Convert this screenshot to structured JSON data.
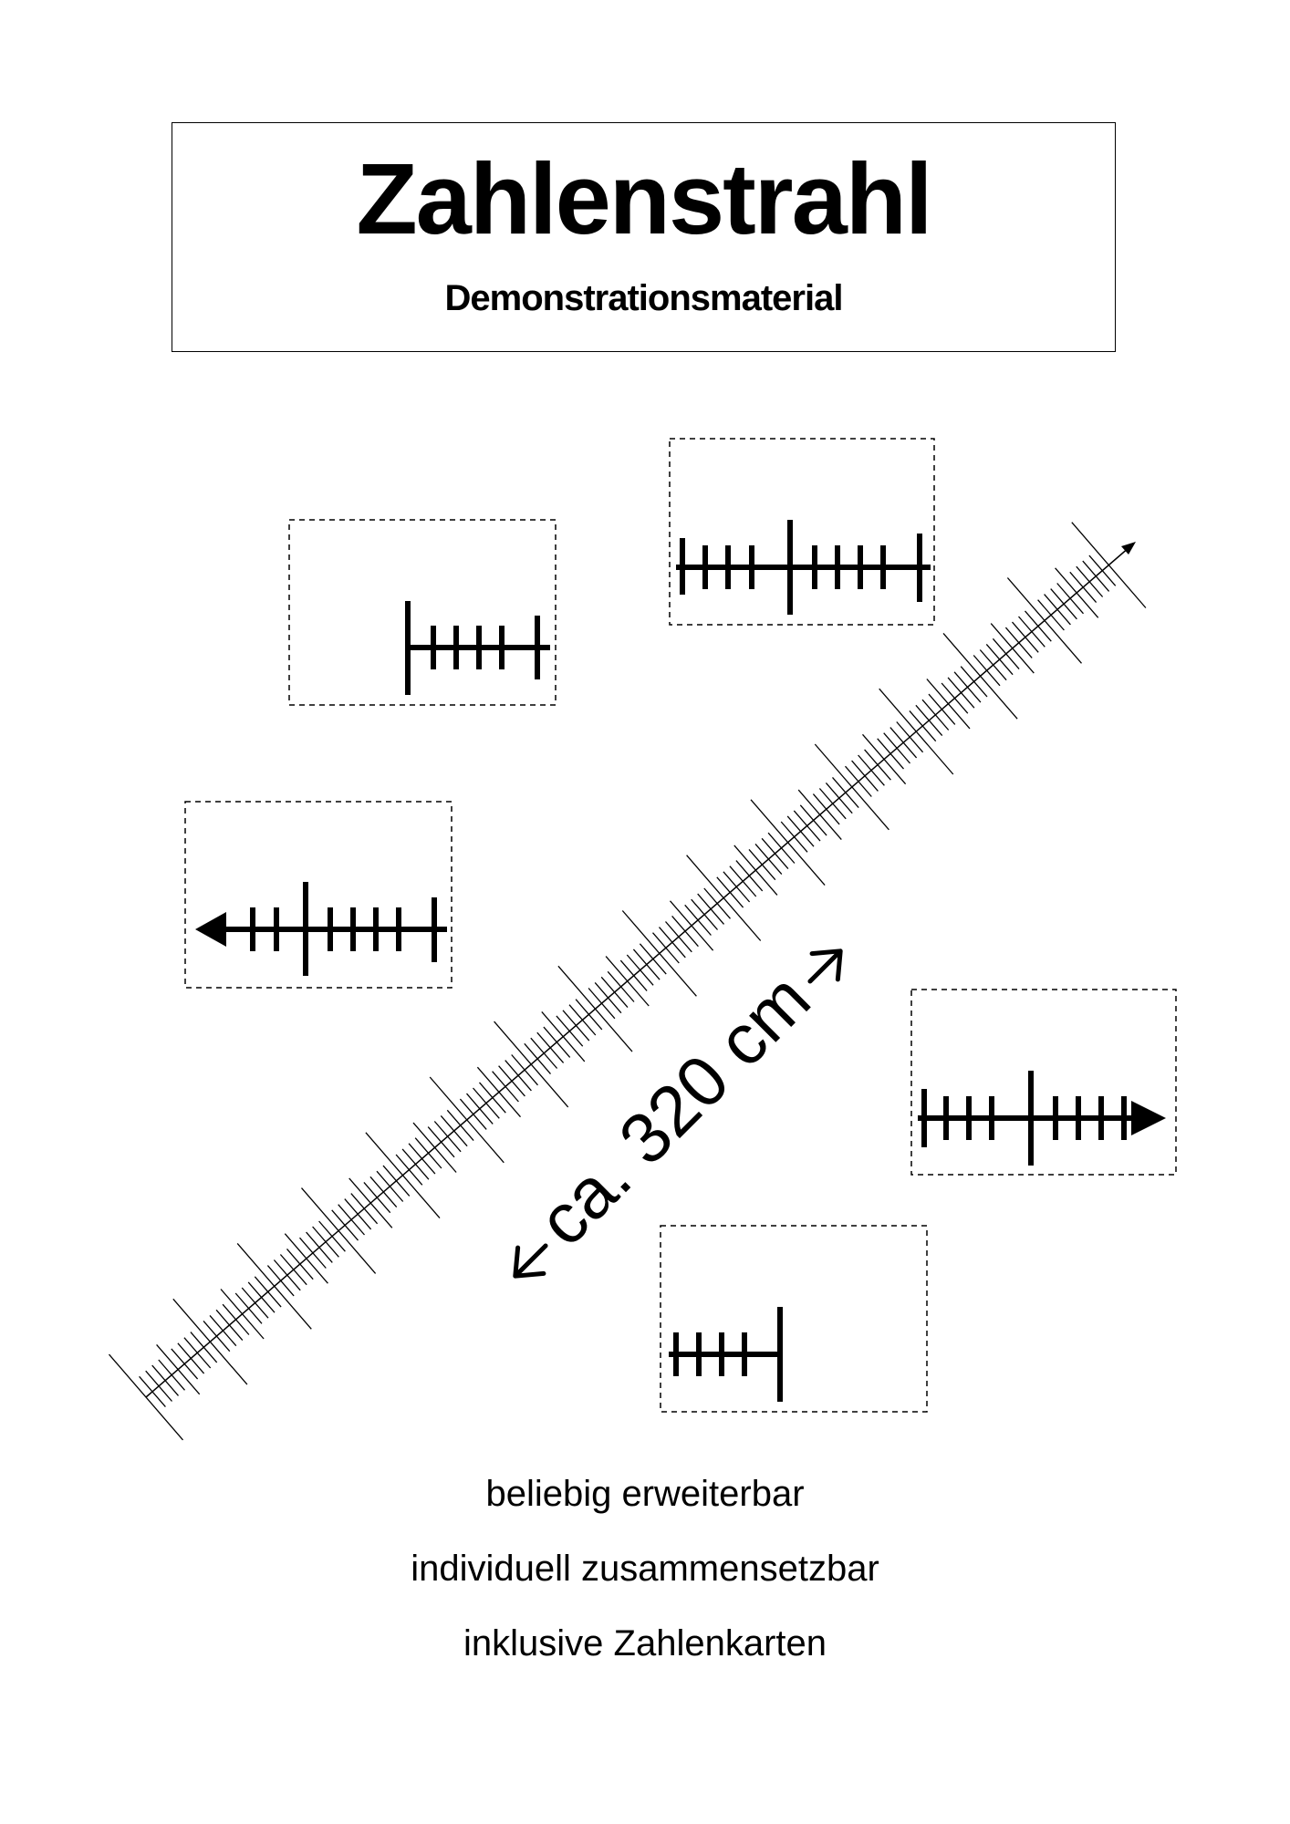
{
  "header": {
    "title": "Zahlenstrahl",
    "subtitle": "Demonstrationsmaterial"
  },
  "main": {
    "length_label": "ca. 320 cm"
  },
  "features": [
    "beliebig erweiterbar",
    "individuell zusammensetzbar",
    "inklusive Zahlenkarten"
  ],
  "colors": {
    "ink": "#000000",
    "paper": "#ffffff"
  },
  "icons": {
    "arrow": "double-headed-arrow",
    "ruler": "number-line-ruler"
  }
}
